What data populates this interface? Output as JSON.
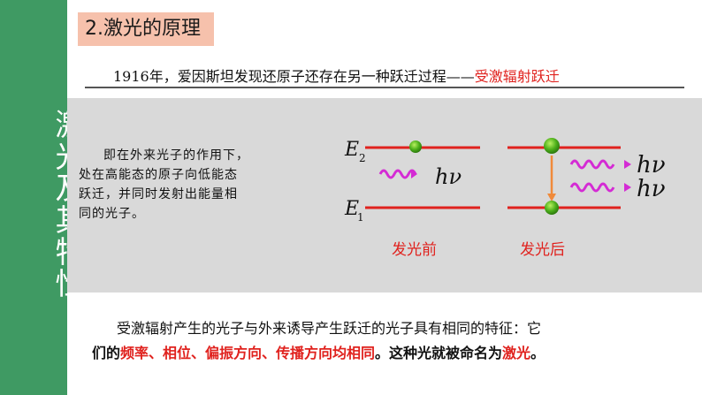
{
  "slide": {
    "sidebar_title": "激光及其特性",
    "section_heading": "2.激光的原理",
    "intro": {
      "text": "1916年，爱因斯坦发现还原子还存在另一种跃迁过程——",
      "highlight": "受激辐射跃迁"
    },
    "explain_lines": [
      "即在外来光子的作用下，",
      "处在高能态的原子向低能态",
      "跃迁，并同时发射出能量相",
      "同的光子。"
    ],
    "diagram": {
      "levels": {
        "upper": "E",
        "upper_sub": "2",
        "lower": "E",
        "lower_sub": "1"
      },
      "photon_label": "hν",
      "before_caption": "发光前",
      "after_caption": "发光后"
    },
    "summary": {
      "line1": "受激辐射产生的光子与外来诱导产生跃迁的光子具有相同的特征：它",
      "line2_prefix": "们的",
      "line2_highlight": "频率、相位、偏振方向、传播方向均相同",
      "line2_middle": "。这种光就被命名为",
      "line2_end_highlight": "激光",
      "line2_end": "。"
    },
    "colors": {
      "sidebar": "#3f9a63",
      "heading_bg": "#f6c1ac",
      "accent_red": "#e0221e",
      "panel_gray": "#d9d9d9",
      "atom_green": "#4caf1a",
      "wave_pink": "#d42bd4",
      "arrow_orange": "#f08a3a"
    }
  }
}
